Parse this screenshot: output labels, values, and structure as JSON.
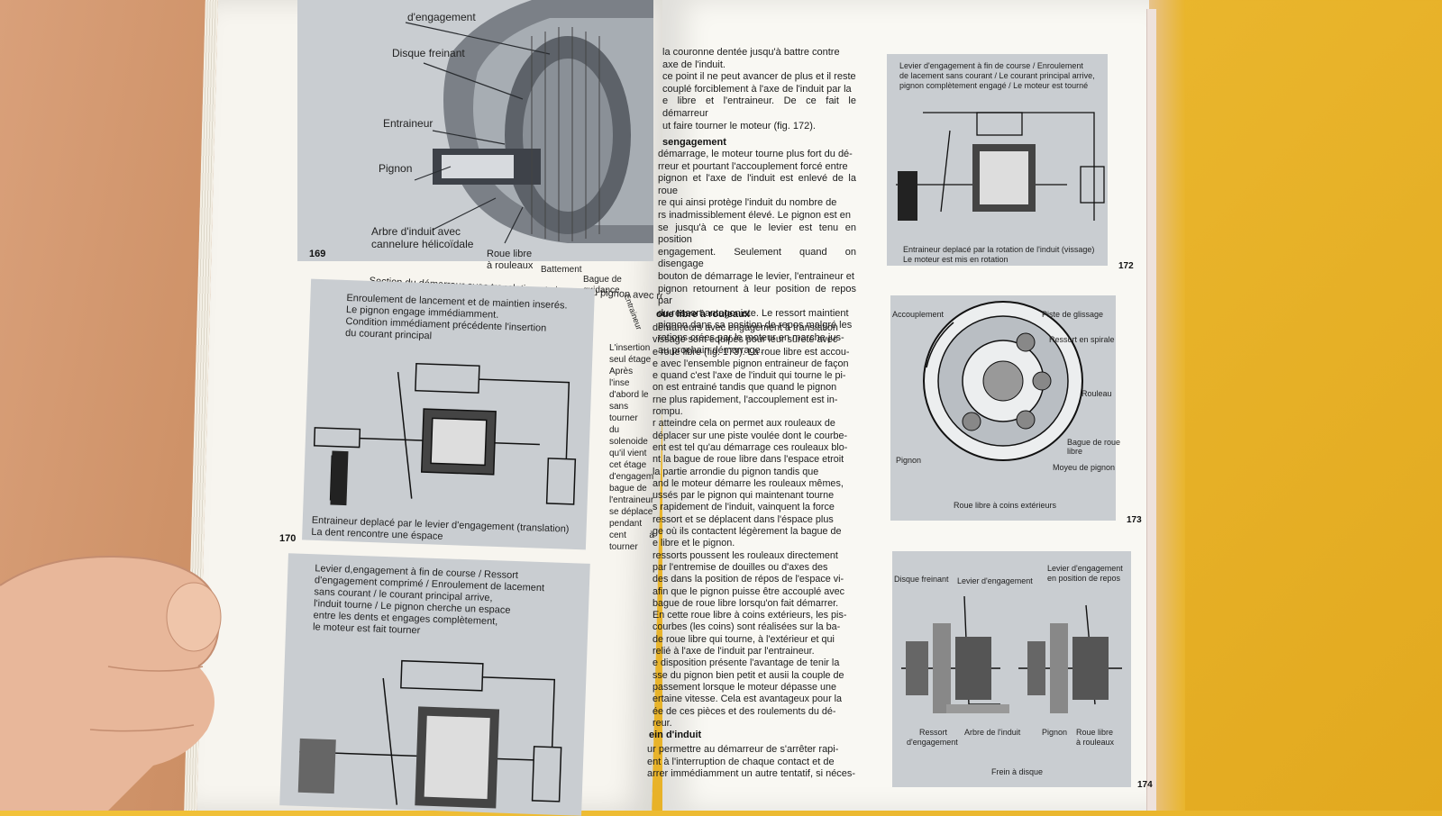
{
  "left_page": {
    "fig169": {
      "number": "169",
      "labels": [
        "d'engagement",
        "Disque freinant",
        "Entraineur",
        "Pignon",
        "Arbre d'induit avec",
        "cannelure hélicoïdale",
        "Roue libre",
        "à rouleaux",
        "Battement",
        "Bague de",
        "guidance",
        "Entraineur"
      ],
      "caption": "Section du démarreur avec translation et vissage du pignon avec roue libre à rou"
    },
    "fig170": {
      "number": "170",
      "top_text": [
        "Enroulement de lancement et de maintien inserés.",
        "Le pignon engage immédiamment.",
        "Condition immédiament précédente l'insertion",
        "du courant principal"
      ],
      "bottom_text": [
        "Entraineur deplacé par le levier d'engagement (translation)",
        "La dent rencontre une éspace"
      ]
    },
    "fig171": {
      "top_text": [
        "Levier d,engagement à fin de course / Ressort",
        "d'engagement comprimé / Enroulement de lacement",
        "sans courant / le courant principal arrive,",
        "l'induit tourne / Le pignon cherche un espace",
        "entre les dents et engages complètement,",
        "le moteur est fait tourner"
      ]
    },
    "side_text": [
      "L'insertion",
      "seul étage",
      "Après l'inse",
      "d'abord le",
      "sans tourner",
      "du solenoide",
      "qu'il vient",
      "cet étage",
      "d'engagem",
      "bague de",
      "l'entraineur",
      "se déplace",
      "pendant",
      "cent à tourner"
    ]
  },
  "right_page": {
    "col_top": [
      "la couronne dentée jusqu'à battre contre",
      "axe de l'induit.",
      "ce point il ne peut avancer de plus et il reste",
      "couplé forciblement à l'axe de l'induit par la",
      "e libre et l'entraineur. De ce fait le démarreur",
      "ut faire tourner le moteur (fig. 172)."
    ],
    "heading_1": "sengagement",
    "col_1": [
      "démarrage, le moteur tourne plus fort du dé-",
      "rreur et pourtant l'accouplement forcé entre",
      "pignon et l'axe de l'induit est enlevé de la roue",
      "re qui ainsi protège l'induit du nombre de",
      "rs inadmissiblement élevé. Le pignon est en",
      "se jusqu'à ce que le levier est tenu en position",
      "engagement. Seulement quand on disengage",
      "bouton de démarrage le levier, l'entraineur et",
      "pignon retournent à leur position de repos par",
      "du ressort antagoniste. Le ressort maintient",
      "pignon dans sa position de repos malgré les",
      "rations crées par le moteur en marche jus-",
      "au prochain démarrage."
    ],
    "heading_2": "oue libre à rouleaux",
    "col_2": [
      "démarreurs avec engagement à translation",
      "vissage sont equipés pour leur sûreté avec",
      "e roue libre (fig. 173). La roue libre est accou-",
      "e avec l'ensemble pignon entraineur de façon",
      "e quand c'est l'axe de l'induit qui tourne le pi-",
      "on est entrainé tandis que quand le pignon",
      "rne plus rapidement, l'accouplement est in-",
      "rompu.",
      "r atteindre cela on permet aux rouleaux de",
      "déplacer sur une piste voulée dont le courbe-",
      "ent est tel qu'au démarrage ces rouleaux blo-",
      "nt la bague de roue libre dans l'espace etroit",
      "la partie arrondie du pignon tandis que",
      "and le moteur démarre les rouleaux mêmes,",
      "ussés par le pignon qui maintenant tourne",
      "s rapidement de l'induit, vainquent la force",
      "ressort et se déplacent dans l'éspace plus",
      "ge où ils contactent légèrement la bague de",
      "e libre et le pignon.",
      "ressorts poussent les rouleaux directement",
      "par l'entremise de douilles ou d'axes des",
      "des dans la position de répos de l'espace vi-",
      "afin que le pignon puisse être accouplé avec",
      "bague de roue libre lorsqu'on fait démarrer.",
      "En cette roue libre à coins extérieurs, les pis-",
      "courbes (les coins) sont réalisées sur la ba-",
      "de roue libre qui tourne, à l'extérieur et qui",
      "relié à l'axe de l'induit par l'entraineur.",
      "e disposition présente l'avantage de tenir la",
      "sse du pignon bien petit et ausii la couple de",
      "passement lorsque le moteur dépasse une",
      "ertaine vitesse. Cela est avantageux pour la",
      "ée de ces pièces et des roulements du dé-",
      "reur."
    ],
    "heading_3": "ein d'induit",
    "col_3": [
      "ur permettre au démarreur de s'arrêter rapi-",
      "ent à l'interruption de chaque contact et de",
      "arrer immédiamment un autre tentatif, si néces-"
    ],
    "fig172": {
      "number": "172",
      "top_text": [
        "Levier d'engagement à fin de course / Enroulement",
        "de lacement sans courant / Le courant principal arrive,",
        "pignon complètement engagé / Le moteur est tourné"
      ],
      "bottom_text": [
        "Entraineur deplacé par la rotation de l'induit (vissage)",
        "Le moteur est mis en rotation"
      ]
    },
    "fig173": {
      "number": "173",
      "labels": [
        "Accouplement",
        "Piste de glissage",
        "Ressort en spirale",
        "Rouleau",
        "Bague de roue",
        "libre",
        "Pignon",
        "Moyeu de pignon"
      ],
      "caption": "Roue libre à coins extérieurs"
    },
    "fig174": {
      "number": "174",
      "labels": [
        "Disque freinant",
        "Levier d'engagement",
        "Levier d'engagement",
        "en position de repos",
        "Ressort",
        "d'engagement",
        "Arbre de l'induit",
        "Pignon",
        "Roue libre",
        "à rouleaux"
      ],
      "caption": "Frein à disque"
    }
  },
  "colors": {
    "paper": "#f9f8f3",
    "figure_bg": "#c9cdd1",
    "background": "#e9b52c",
    "skin": "#e8b79a"
  }
}
